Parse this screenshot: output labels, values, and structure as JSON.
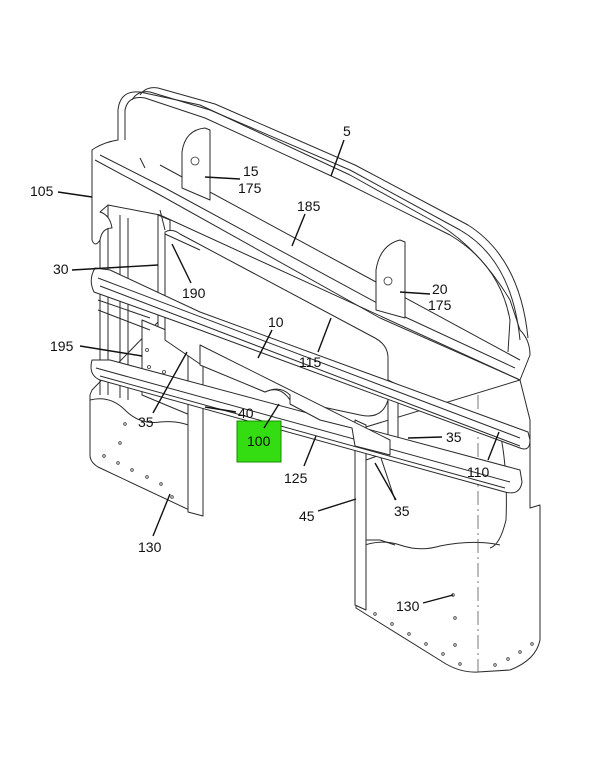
{
  "diagram": {
    "highlight_color": "#33dd11",
    "callouts": {
      "c5": "5",
      "c15": "15",
      "c175a": "175",
      "c105": "105",
      "c185": "185",
      "c30": "30",
      "c190": "190",
      "c20": "20",
      "c175b": "175",
      "c10": "10",
      "c195": "195",
      "c115": "115",
      "c40": "40",
      "c35a": "35",
      "c100": "100",
      "c35b": "35",
      "c125": "125",
      "c110": "110",
      "c45": "45",
      "c35c": "35",
      "c130a": "130",
      "c130b": "130"
    }
  }
}
